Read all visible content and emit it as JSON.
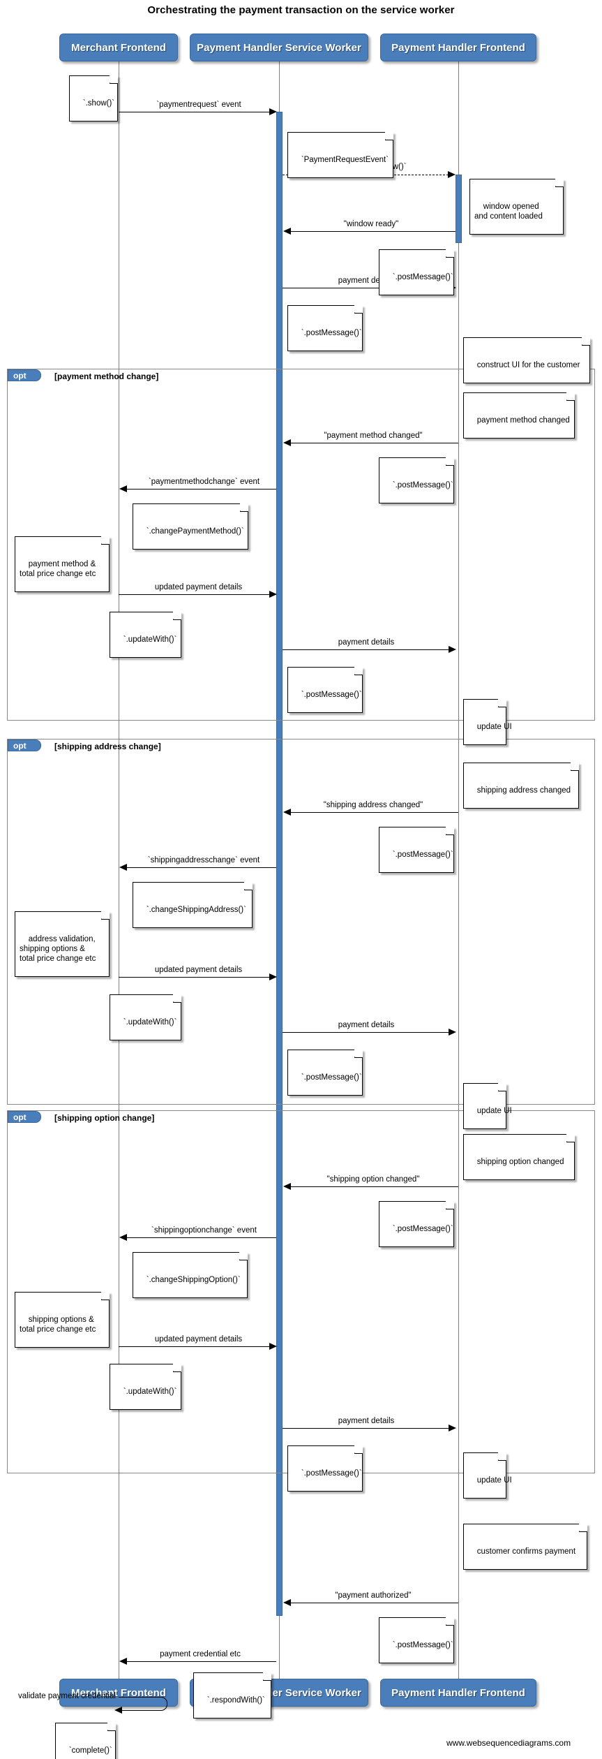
{
  "title": "Orchestrating the payment transaction on the service worker",
  "watermark": "www.websequencediagrams.com",
  "colors": {
    "actor_fill": "#4a7ebb",
    "actor_stroke": "#3a679d",
    "lifeline": "#808080",
    "fragment_border": "#888888",
    "text": "#000000",
    "background": "#ffffff"
  },
  "actors": [
    {
      "id": "merchant",
      "label": "Merchant Frontend"
    },
    {
      "id": "sw",
      "label": "Payment Handler Service Worker"
    },
    {
      "id": "frontend",
      "label": "Payment Handler Frontend"
    }
  ],
  "fragments": [
    {
      "kind": "opt",
      "label": "[payment method change]"
    },
    {
      "kind": "opt",
      "label": "[shipping address change]"
    },
    {
      "kind": "opt",
      "label": "[shipping option change]"
    }
  ],
  "messages": [
    {
      "id": "m1",
      "label": "`paymentrequest` event",
      "from": "merchant",
      "to": "sw",
      "style": "solid"
    },
    {
      "id": "m2",
      "label": "`.openWindow()`",
      "from": "sw",
      "to": "frontend",
      "style": "dashed"
    },
    {
      "id": "m3",
      "label": "\"window ready\"",
      "from": "frontend",
      "to": "sw",
      "style": "solid"
    },
    {
      "id": "m4",
      "label": "payment details",
      "from": "sw",
      "to": "frontend",
      "style": "solid"
    },
    {
      "id": "m5",
      "label": "\"payment method changed\"",
      "from": "frontend",
      "to": "sw",
      "style": "solid"
    },
    {
      "id": "m6",
      "label": "`paymentmethodchange` event",
      "from": "sw",
      "to": "merchant",
      "style": "solid"
    },
    {
      "id": "m7",
      "label": "updated payment details",
      "from": "merchant",
      "to": "sw",
      "style": "solid"
    },
    {
      "id": "m8",
      "label": "payment details",
      "from": "sw",
      "to": "frontend",
      "style": "solid"
    },
    {
      "id": "m9",
      "label": "\"shipping address changed\"",
      "from": "frontend",
      "to": "sw",
      "style": "solid"
    },
    {
      "id": "m10",
      "label": "`shippingaddresschange` event",
      "from": "sw",
      "to": "merchant",
      "style": "solid"
    },
    {
      "id": "m11",
      "label": "updated payment details",
      "from": "merchant",
      "to": "sw",
      "style": "solid"
    },
    {
      "id": "m12",
      "label": "payment details",
      "from": "sw",
      "to": "frontend",
      "style": "solid"
    },
    {
      "id": "m13",
      "label": "\"shipping option changed\"",
      "from": "frontend",
      "to": "sw",
      "style": "solid"
    },
    {
      "id": "m14",
      "label": "`shippingoptionchange` event",
      "from": "sw",
      "to": "merchant",
      "style": "solid"
    },
    {
      "id": "m15",
      "label": "updated payment details",
      "from": "merchant",
      "to": "sw",
      "style": "solid"
    },
    {
      "id": "m16",
      "label": "payment details",
      "from": "sw",
      "to": "frontend",
      "style": "solid"
    },
    {
      "id": "m17",
      "label": "\"payment authorized\"",
      "from": "frontend",
      "to": "sw",
      "style": "solid"
    },
    {
      "id": "m18",
      "label": "payment credential etc",
      "from": "sw",
      "to": "merchant",
      "style": "solid"
    },
    {
      "id": "m19",
      "label": "validate payment credential",
      "from": "merchant",
      "to": "merchant",
      "style": "self"
    }
  ],
  "notes": [
    {
      "id": "n1",
      "text": "`.show()`"
    },
    {
      "id": "n2",
      "text": "`PaymentRequestEvent`"
    },
    {
      "id": "n3",
      "text": "window opened\nand content loaded"
    },
    {
      "id": "n4",
      "text": "`.postMessage()`"
    },
    {
      "id": "n5",
      "text": "`.postMessage()`"
    },
    {
      "id": "n6",
      "text": "construct UI for the customer"
    },
    {
      "id": "n7",
      "text": "payment method changed"
    },
    {
      "id": "n8",
      "text": "`.postMessage()`"
    },
    {
      "id": "n9",
      "text": "`.changePaymentMethod()`"
    },
    {
      "id": "n10",
      "text": "payment method &\ntotal price change etc"
    },
    {
      "id": "n11",
      "text": "`.updateWith()`"
    },
    {
      "id": "n12",
      "text": "`.postMessage()`"
    },
    {
      "id": "n13",
      "text": "update UI"
    },
    {
      "id": "n14",
      "text": "shipping address changed"
    },
    {
      "id": "n15",
      "text": "`.postMessage()`"
    },
    {
      "id": "n16",
      "text": "`.changeShippingAddress()`"
    },
    {
      "id": "n17",
      "text": "address validation,\nshipping options &\ntotal price change etc"
    },
    {
      "id": "n18",
      "text": "`.updateWith()`"
    },
    {
      "id": "n19",
      "text": "`.postMessage()`"
    },
    {
      "id": "n20",
      "text": "update UI"
    },
    {
      "id": "n21",
      "text": "shipping option changed"
    },
    {
      "id": "n22",
      "text": "`.postMessage()`"
    },
    {
      "id": "n23",
      "text": "`.changeShippingOption()`"
    },
    {
      "id": "n24",
      "text": "shipping options &\ntotal price change etc"
    },
    {
      "id": "n25",
      "text": "`.updateWith()`"
    },
    {
      "id": "n26",
      "text": "`.postMessage()`"
    },
    {
      "id": "n27",
      "text": "update UI"
    },
    {
      "id": "n28",
      "text": "customer confirms payment"
    },
    {
      "id": "n29",
      "text": "`.postMessage()`"
    },
    {
      "id": "n30",
      "text": "`.respondWith()`"
    },
    {
      "id": "n31",
      "text": "`complete()`"
    }
  ]
}
